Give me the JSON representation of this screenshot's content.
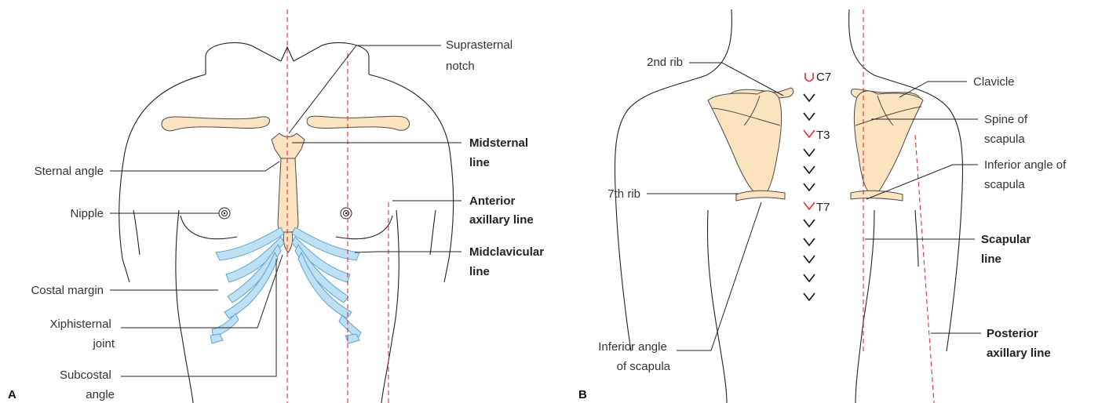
{
  "panel_a": {
    "letter": "A",
    "labels": {
      "suprasternal_notch": [
        "Suprasternal",
        "notch"
      ],
      "midsternal_line": [
        "Midsternal",
        "line"
      ],
      "sternal_angle": "Sternal angle",
      "anterior_axillary_line": [
        "Anterior",
        "axillary line"
      ],
      "nipple": "Nipple",
      "midclavicular_line": [
        "Midclavicular",
        "line"
      ],
      "costal_margin": "Costal margin",
      "xiphisternal_joint": [
        "Xiphisternal",
        "joint"
      ],
      "subcostal_angle": [
        "Subcostal",
        "angle"
      ]
    }
  },
  "panel_b": {
    "letter": "B",
    "labels": {
      "second_rib": "2nd rib",
      "clavicle": "Clavicle",
      "spine_of_scapula": [
        "Spine of",
        "scapula"
      ],
      "inferior_angle_right": [
        "Inferior angle of",
        "scapula"
      ],
      "seventh_rib": "7th rib",
      "scapular_line": [
        "Scapular",
        "line"
      ],
      "posterior_axillary_line": [
        "Posterior",
        "axillary line"
      ],
      "inferior_angle_left": [
        "Inferior angle",
        "of scapula"
      ]
    },
    "vertebrae": {
      "c7": "C7",
      "t3": "T3",
      "t7": "T7"
    }
  },
  "colors": {
    "reference_line": "#e0303a",
    "bone": "#fbe3c0",
    "costal_cartilage": "#bfe0f2",
    "outline": "#222222"
  }
}
